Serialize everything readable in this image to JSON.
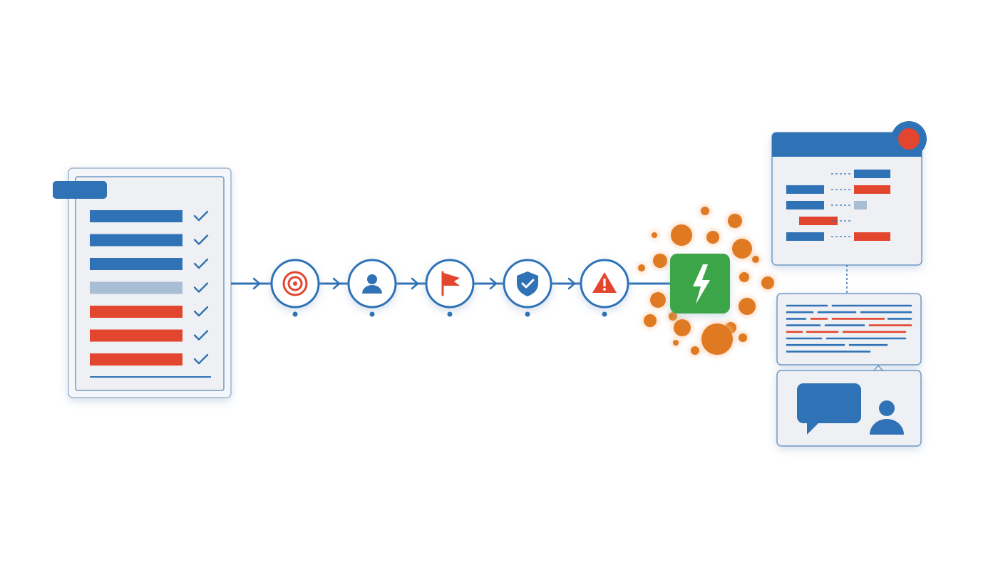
{
  "colors": {
    "blue": "#2f72b6",
    "blue_dark": "#2a66a8",
    "red": "#e2462f",
    "gray_blue": "#a9bdd4",
    "panel_fill": "#eef0f3",
    "panel_border": "#7fa3cb",
    "orange": "#e07a22",
    "green": "#3aa547",
    "white": "#ffffff"
  },
  "checklist": {
    "rows": [
      {
        "color": "blue",
        "checked": true
      },
      {
        "color": "blue",
        "checked": true
      },
      {
        "color": "blue",
        "checked": true
      },
      {
        "color": "gray_blue",
        "checked": true
      },
      {
        "color": "red",
        "checked": true
      },
      {
        "color": "red",
        "checked": true
      },
      {
        "color": "red",
        "checked": true
      }
    ]
  },
  "pipeline": {
    "steps": [
      {
        "icon": "target-icon",
        "color": "red"
      },
      {
        "icon": "user-icon",
        "color": "blue"
      },
      {
        "icon": "flag-icon",
        "color": "red"
      },
      {
        "icon": "shield-check-icon",
        "color": "blue"
      },
      {
        "icon": "warning-icon",
        "color": "red"
      }
    ],
    "trigger_icon": "lightning-icon"
  },
  "right_panels": {
    "mapping_window": {
      "rows": [
        {
          "left": null,
          "right": "blue"
        },
        {
          "left": "blue",
          "right": "red"
        },
        {
          "left": "blue",
          "right": "gray_blue"
        },
        {
          "left": "red",
          "right": null
        },
        {
          "left": "blue",
          "right": "red"
        }
      ],
      "notification_icon": "notification-dot-icon"
    },
    "text_panel": {
      "lines": [
        "blue",
        "blue",
        "red",
        "blue",
        "red",
        "blue",
        "blue",
        "blue"
      ]
    },
    "chat_panel": {
      "icons": [
        "chat-bubble-icon",
        "user-icon"
      ]
    }
  }
}
